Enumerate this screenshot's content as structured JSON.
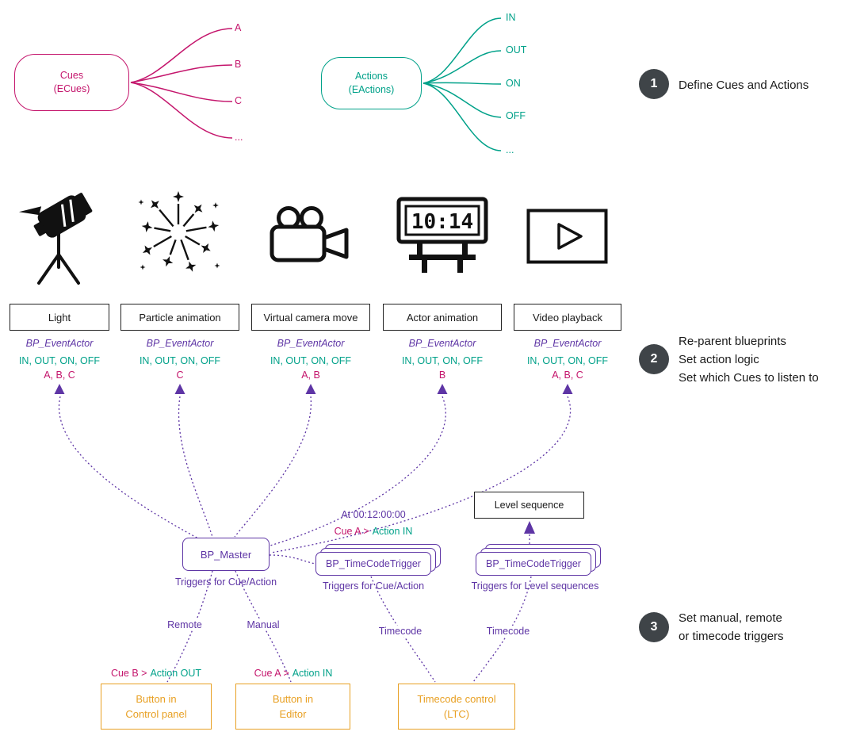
{
  "palette": {
    "pink": "#C4156C",
    "teal": "#00A189",
    "purple": "#5E35A5",
    "orange": "#E8A023",
    "badge_bg": "#3F4448",
    "ink": "#1A1A1A"
  },
  "steps": [
    {
      "num": "1",
      "lines": [
        "Define Cues and Actions"
      ]
    },
    {
      "num": "2",
      "lines": [
        "Re-parent blueprints",
        "Set action logic",
        "Set which Cues to listen to"
      ]
    },
    {
      "num": "3",
      "lines": [
        "Set manual, remote",
        "or timecode triggers"
      ]
    }
  ],
  "cues_node": {
    "line1": "Cues",
    "line2": "(ECues)",
    "fanout": [
      "A",
      "B",
      "C",
      "..."
    ]
  },
  "actions_node": {
    "line1": "Actions",
    "line2": "(EActions)",
    "fanout": [
      "IN",
      "OUT",
      "ON",
      "OFF",
      "..."
    ]
  },
  "actors": [
    {
      "name": "Light",
      "parent": "BP_EventActor",
      "actions": "IN, OUT, ON, OFF",
      "cues": "A, B, C"
    },
    {
      "name": "Particle animation",
      "parent": "BP_EventActor",
      "actions": "IN, OUT, ON, OFF",
      "cues": "C"
    },
    {
      "name": "Virtual camera move",
      "parent": "BP_EventActor",
      "actions": "IN, OUT, ON, OFF",
      "cues": "A, B"
    },
    {
      "name": "Actor animation",
      "parent": "BP_EventActor",
      "actions": "IN, OUT, ON, OFF",
      "cues": "B"
    },
    {
      "name": "Video playback",
      "parent": "BP_EventActor",
      "actions": "IN, OUT, ON, OFF",
      "cues": "A, B, C"
    }
  ],
  "scoreboard": {
    "time": "10:14"
  },
  "master": {
    "label": "BP_Master",
    "caption": "Triggers for Cue/Action"
  },
  "tc_trigger_cue": {
    "label": "BP_TimeCodeTrigger",
    "caption": "Triggers for Cue/Action",
    "time": "At 00:12:00:00",
    "cue": "Cue A >",
    "action": "Action IN"
  },
  "tc_trigger_seq": {
    "label": "BP_TimeCodeTrigger",
    "caption": "Triggers for Level sequences"
  },
  "level_sequence": {
    "label": "Level sequence"
  },
  "trigger_paths": {
    "remote": "Remote",
    "manual": "Manual",
    "timecode_left": "Timecode",
    "timecode_right": "Timecode"
  },
  "sources": [
    {
      "line1": "Button in",
      "line2": "Control panel",
      "cue": "Cue B >",
      "action": "Action OUT"
    },
    {
      "line1": "Button in",
      "line2": "Editor",
      "cue": "Cue A >",
      "action": "Action IN"
    },
    {
      "line1": "Timecode control",
      "line2": "(LTC)"
    }
  ]
}
